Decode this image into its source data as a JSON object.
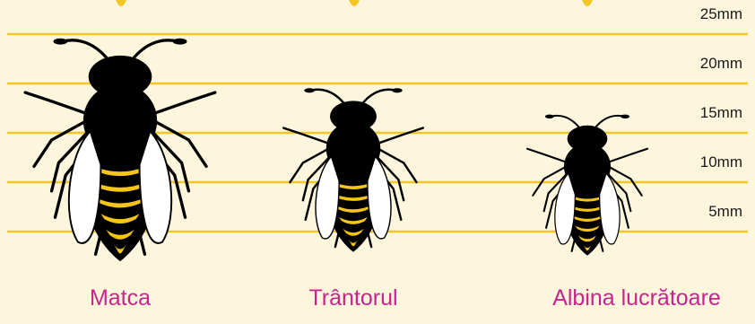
{
  "colors": {
    "background": "#fdf6dc",
    "scale_line": "#f3c623",
    "body": "#000000",
    "stripe": "#f5c518",
    "wing": "#ffffff",
    "caption": "#c8238f"
  },
  "scale": {
    "labels": [
      "25mm",
      "20mm",
      "15mm",
      "10mm",
      "5mm"
    ]
  },
  "bees": [
    {
      "id": "queen",
      "label": "Matca"
    },
    {
      "id": "drone",
      "label": "Trântorul"
    },
    {
      "id": "worker",
      "label": "Albina lucrătoare"
    }
  ]
}
